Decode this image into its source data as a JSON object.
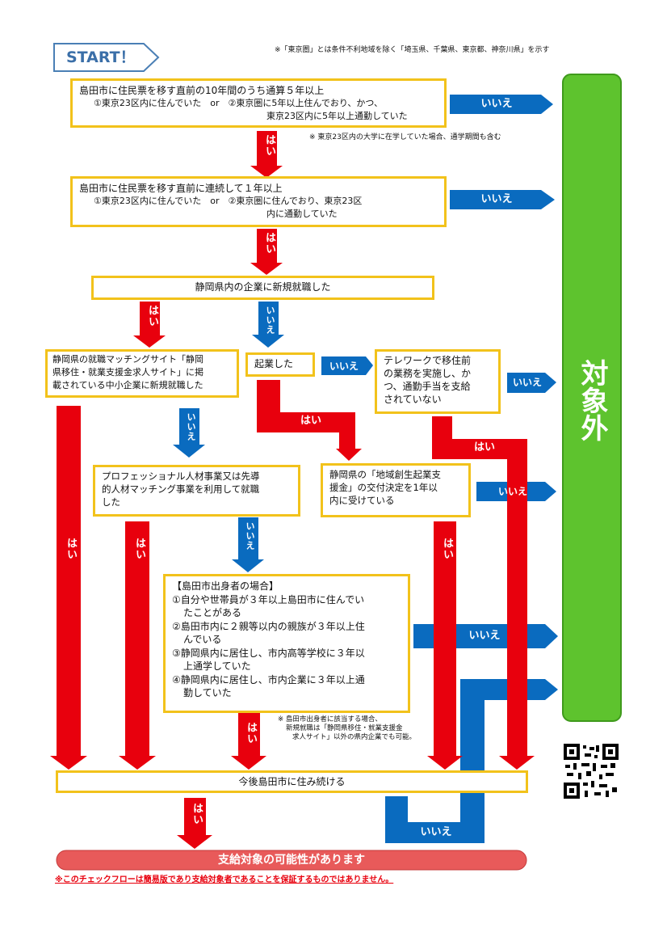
{
  "start_label": "START！",
  "top_note": "※「東京圏」とは条件不利地域を除く「埼玉県、千葉県、東京都、神奈川県」を示す",
  "step1": {
    "line1": "島田市に住民票を移す直前の10年間のうち通算５年以上",
    "line2": "①東京23区内に住んでいた　or　②東京圏に5年以上住んでおり、かつ、",
    "line3": "東京23区内に5年以上通勤していた"
  },
  "note_university": "※ 東京23区内の大学に在学していた場合、通学期間も含む",
  "step2": {
    "line1": "島田市に住民票を移す直前に連続して１年以上",
    "line2": "①東京23区内に住んでいた　or　②東京圏に住んでおり、東京23区",
    "line3": "内に通勤していた"
  },
  "step3": "静岡県内の企業に新規就職した",
  "step4a": {
    "line1": "静岡県の就職マッチングサイト「静岡",
    "line2": "県移住・就業支援金求人サイト」に掲",
    "line3": "載されている中小企業に新規就職した"
  },
  "step4b": "起業した",
  "step4c": {
    "line1": "テレワークで移住前",
    "line2": "の業務を実施し、か",
    "line3": "つ、通勤手当を支給",
    "line4": "されていない"
  },
  "step5a": {
    "line1": "プロフェッショナル人材事業又は先導",
    "line2": "的人材マッチング事業を利用して就職",
    "line3": "した"
  },
  "step5b": {
    "line1": "静岡県の「地域創生起業支",
    "line2": "援金」の交付決定を1年以",
    "line3": "内に受けている"
  },
  "step6": {
    "title": "【島田市出身者の場合】",
    "c1a": "①自分や世帯員が３年以上島田市に住んでい",
    "c1b": "たことがある",
    "c2a": "②島田市内に２親等以内の親族が３年以上住",
    "c2b": "んでいる",
    "c3a": "③静岡県内に居住し、市内高等学校に３年以",
    "c3b": "上通学していた",
    "c4a": "④静岡県内に居住し、市内企業に３年以上通",
    "c4b": "勤していた"
  },
  "note_origin": {
    "line1": "※ 島田市出身者に該当する場合、",
    "line2": "新規就職は「静岡県移住・就業支援金",
    "line3": "求人サイト」以外の県内企業でも可能。"
  },
  "step7": "今後島田市に住み続ける",
  "result_yes": "支給対象の可能性があります",
  "result_no": "対象外",
  "disclaimer": "※このチェックフローは簡易版であり支給対象者であることを保証するものではありません。",
  "yes_label": "はい",
  "no_label": "いいえ",
  "colors": {
    "yes": "#e8000d",
    "no": "#0a6bbf",
    "box_border": "#f2c21b",
    "excluded": "#5ec32e",
    "result": "#e85a5a"
  }
}
